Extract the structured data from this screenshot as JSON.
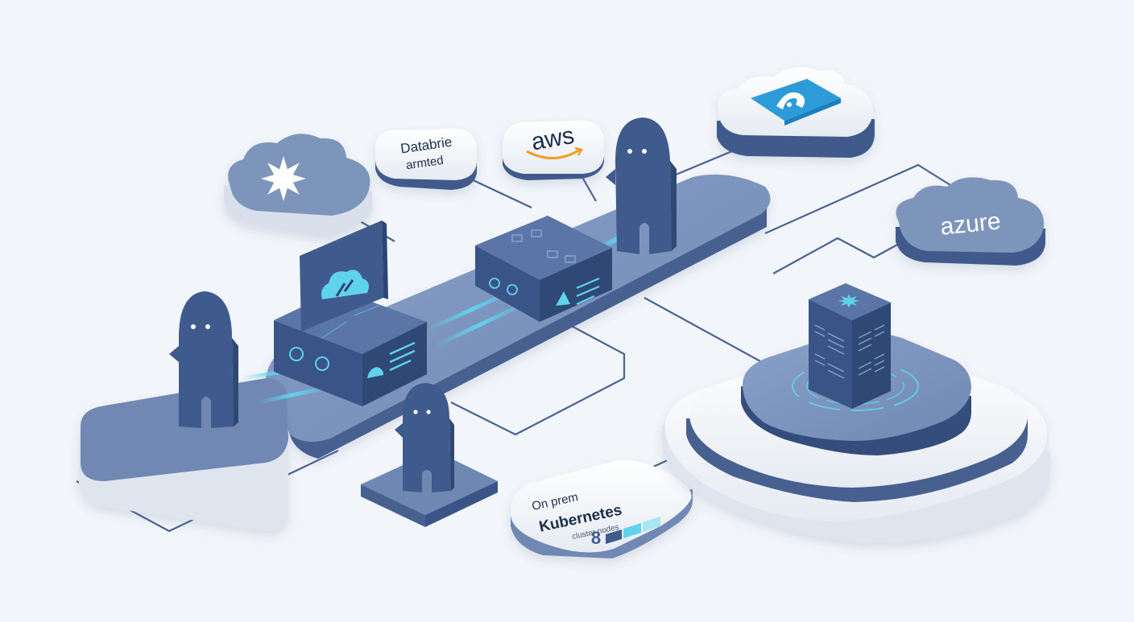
{
  "labels": {
    "database_line1": "Databrie",
    "database_line2": "armted",
    "aws": "aws",
    "azure": "azure",
    "k8s_line1": "On prem",
    "k8s_line2": "Kubernetes",
    "k8s_line3": "cluster nodes",
    "k8s_count": "8"
  },
  "colors": {
    "background": "#f2f5f9",
    "platform_top": "#7d95be",
    "platform_side": "#46608f",
    "node_dark": "#3f5a8c",
    "node_face": "#344e7c",
    "accent": "#5fd3ec",
    "line": "#4a6394",
    "card_light": "#f7f9fc",
    "card_edge": "#cdd5e2",
    "cloud_top": "#7e95bb",
    "azure_logo_bg": "#2e9bd9"
  },
  "icons": {
    "cloud_snowflake": "snowflake-icon",
    "aws_logo": "aws-logo",
    "azure_logo": "azure-logo",
    "agent": "ghost-agent-icon",
    "cloud_monitor": "cloud-icon",
    "rack_server": "server-rack-icon"
  }
}
